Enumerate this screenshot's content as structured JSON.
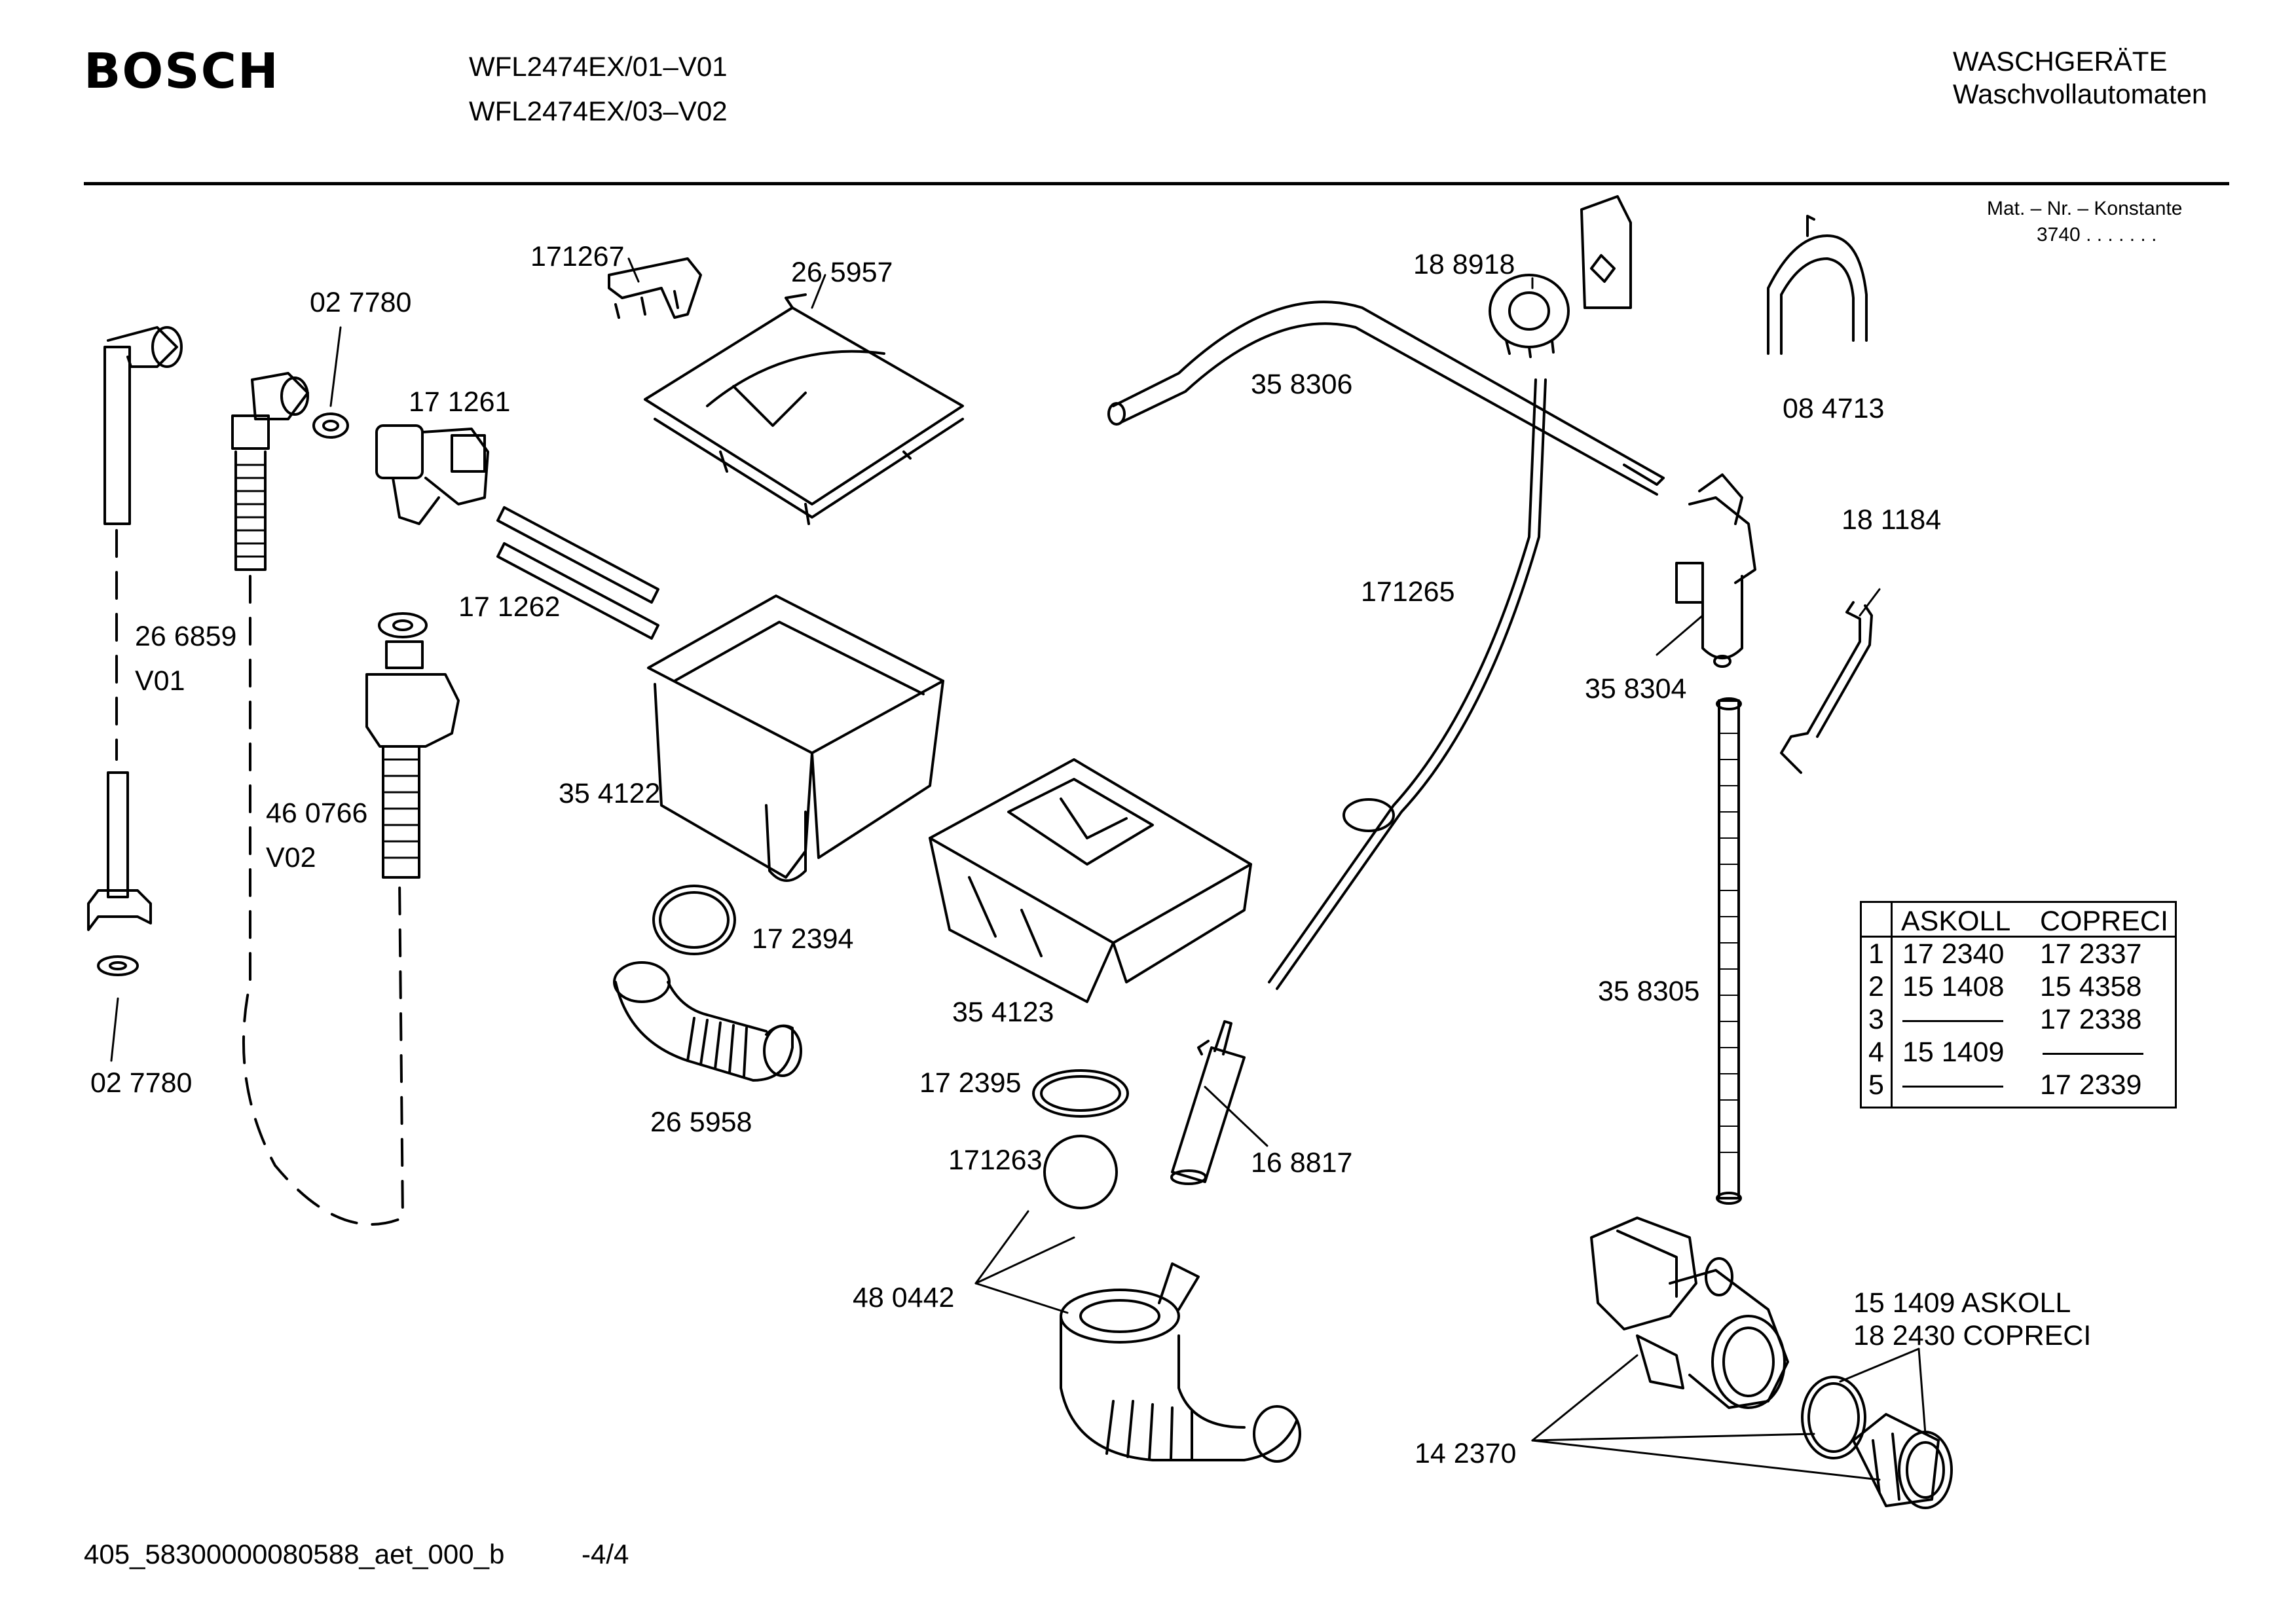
{
  "header": {
    "brand": "BOSCH",
    "models": [
      "WFL2474EX/01–V01",
      "WFL2474EX/03–V02"
    ],
    "category": "WASCHGERÄTE",
    "subcategory": "Waschvollautomaten",
    "mat_label": "Mat. – Nr. – Konstante",
    "mat_value": "3740  .  .  .   .  .  .  ."
  },
  "parts": [
    {
      "id": "p-027780-top",
      "number": "02 7780"
    },
    {
      "id": "p-171267",
      "number": "171267"
    },
    {
      "id": "p-265957",
      "number": "26 5957"
    },
    {
      "id": "p-188918",
      "number": "18 8918"
    },
    {
      "id": "p-171261",
      "number": "17 1261"
    },
    {
      "id": "p-358306",
      "number": "35 8306"
    },
    {
      "id": "p-084713",
      "number": "08 4713"
    },
    {
      "id": "p-181184",
      "number": "18 1184"
    },
    {
      "id": "p-171262",
      "number": "17 1262"
    },
    {
      "id": "p-171265",
      "number": "171265"
    },
    {
      "id": "p-266859",
      "number": "26 6859"
    },
    {
      "id": "p-v01",
      "number": "V01"
    },
    {
      "id": "p-358304",
      "number": "35 8304"
    },
    {
      "id": "p-354122",
      "number": "35 4122"
    },
    {
      "id": "p-460766",
      "number": "46 0766"
    },
    {
      "id": "p-v02",
      "number": "V02"
    },
    {
      "id": "p-172394",
      "number": "17 2394"
    },
    {
      "id": "p-358305",
      "number": "35 8305"
    },
    {
      "id": "p-354123",
      "number": "35 4123"
    },
    {
      "id": "p-027780-bot",
      "number": "02 7780"
    },
    {
      "id": "p-172395",
      "number": "17 2395"
    },
    {
      "id": "p-265958",
      "number": "26 5958"
    },
    {
      "id": "p-171263",
      "number": "171263"
    },
    {
      "id": "p-168817",
      "number": "16 8817"
    },
    {
      "id": "p-480442",
      "number": "48 0442"
    },
    {
      "id": "p-151409",
      "number": "15 1409  ASKOLL"
    },
    {
      "id": "p-182430",
      "number": "18 2430  COPRECI"
    },
    {
      "id": "p-142370",
      "number": "14 2370"
    }
  ],
  "table": {
    "headers": [
      "ASKOLL",
      "COPRECI"
    ],
    "rows": [
      {
        "index": "1",
        "askoll": "17 2340",
        "copreci": "17 2337"
      },
      {
        "index": "2",
        "askoll": "15 1408",
        "copreci": "15 4358"
      },
      {
        "index": "3",
        "askoll": "",
        "copreci": "17 2338"
      },
      {
        "index": "4",
        "askoll": "15 1409",
        "copreci": ""
      },
      {
        "index": "5",
        "askoll": "",
        "copreci": "17 2339"
      }
    ]
  },
  "footer": {
    "doc_id": "405_58300000080588_aet_000_b",
    "page": "-4/4"
  }
}
